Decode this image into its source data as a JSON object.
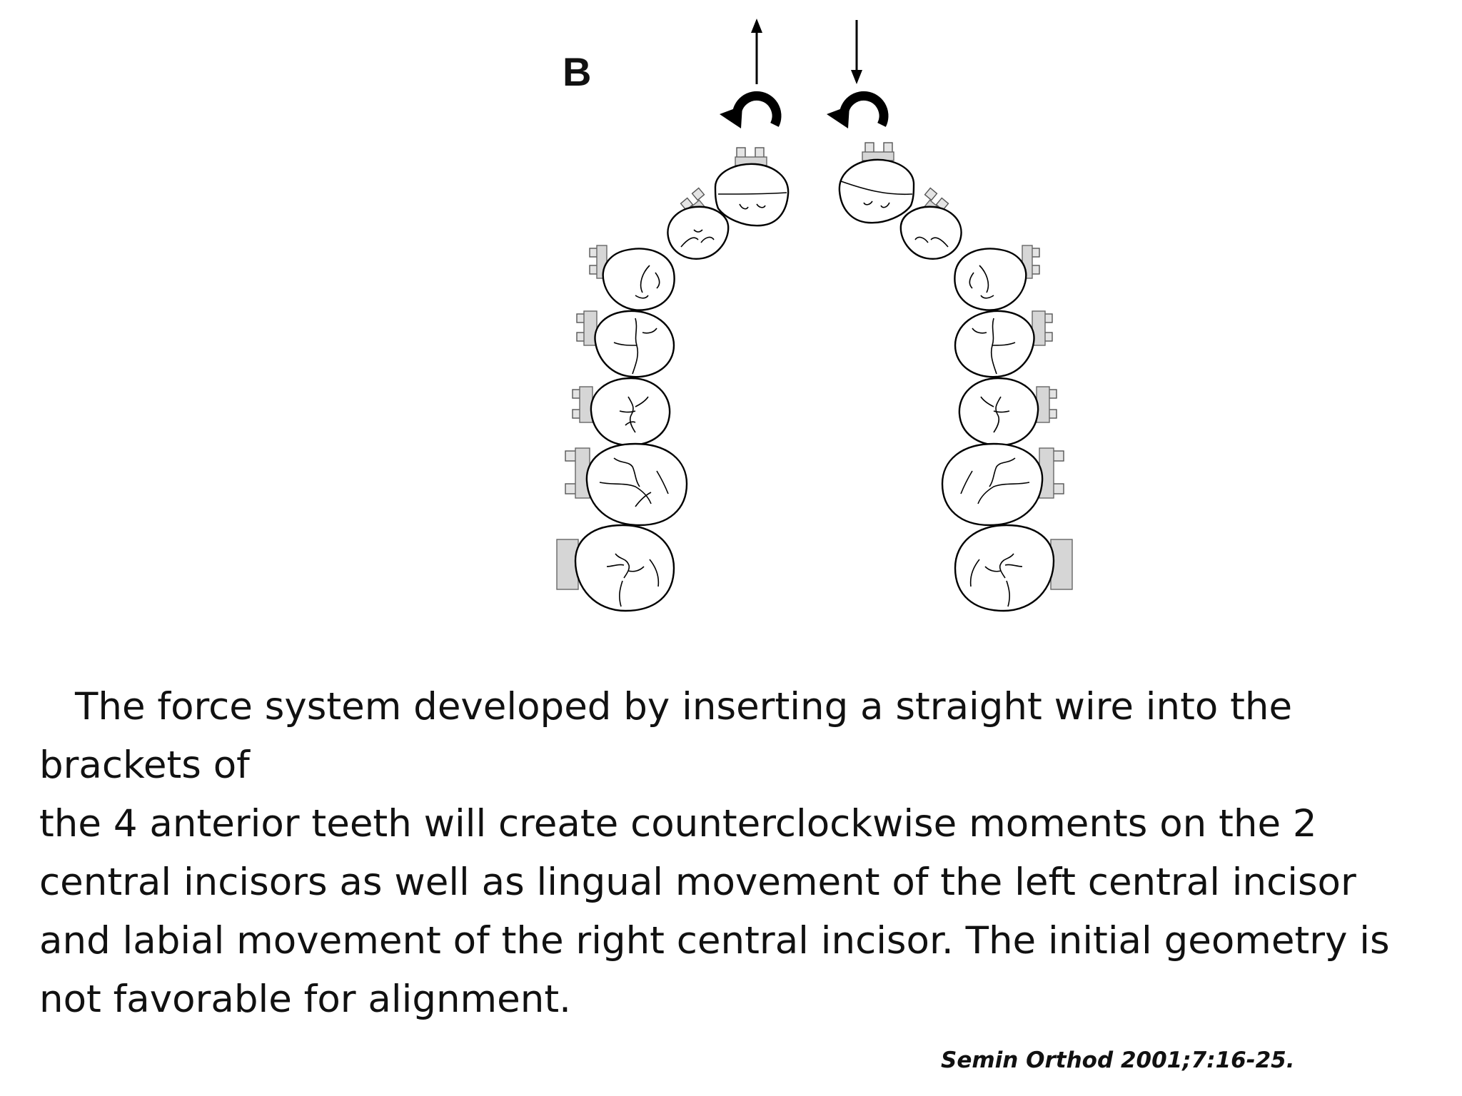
{
  "figure": {
    "panel_label": "B",
    "description_icons": [
      "up-arrow-icon",
      "down-arrow-icon",
      "counterclockwise-moment-icon",
      "counterclockwise-moment-icon"
    ]
  },
  "caption": {
    "lines": [
      "The force system developed by inserting a straight wire into the",
      "brackets of",
      "the 4 anterior teeth will create counterclockwise moments on the 2",
      "central incisors as well as lingual movement of the left central incisor",
      "and labial movement of the right central incisor. The initial geometry is",
      "not favorable for alignment."
    ]
  },
  "citation": "Semin Orthod 2001;7:16-25."
}
